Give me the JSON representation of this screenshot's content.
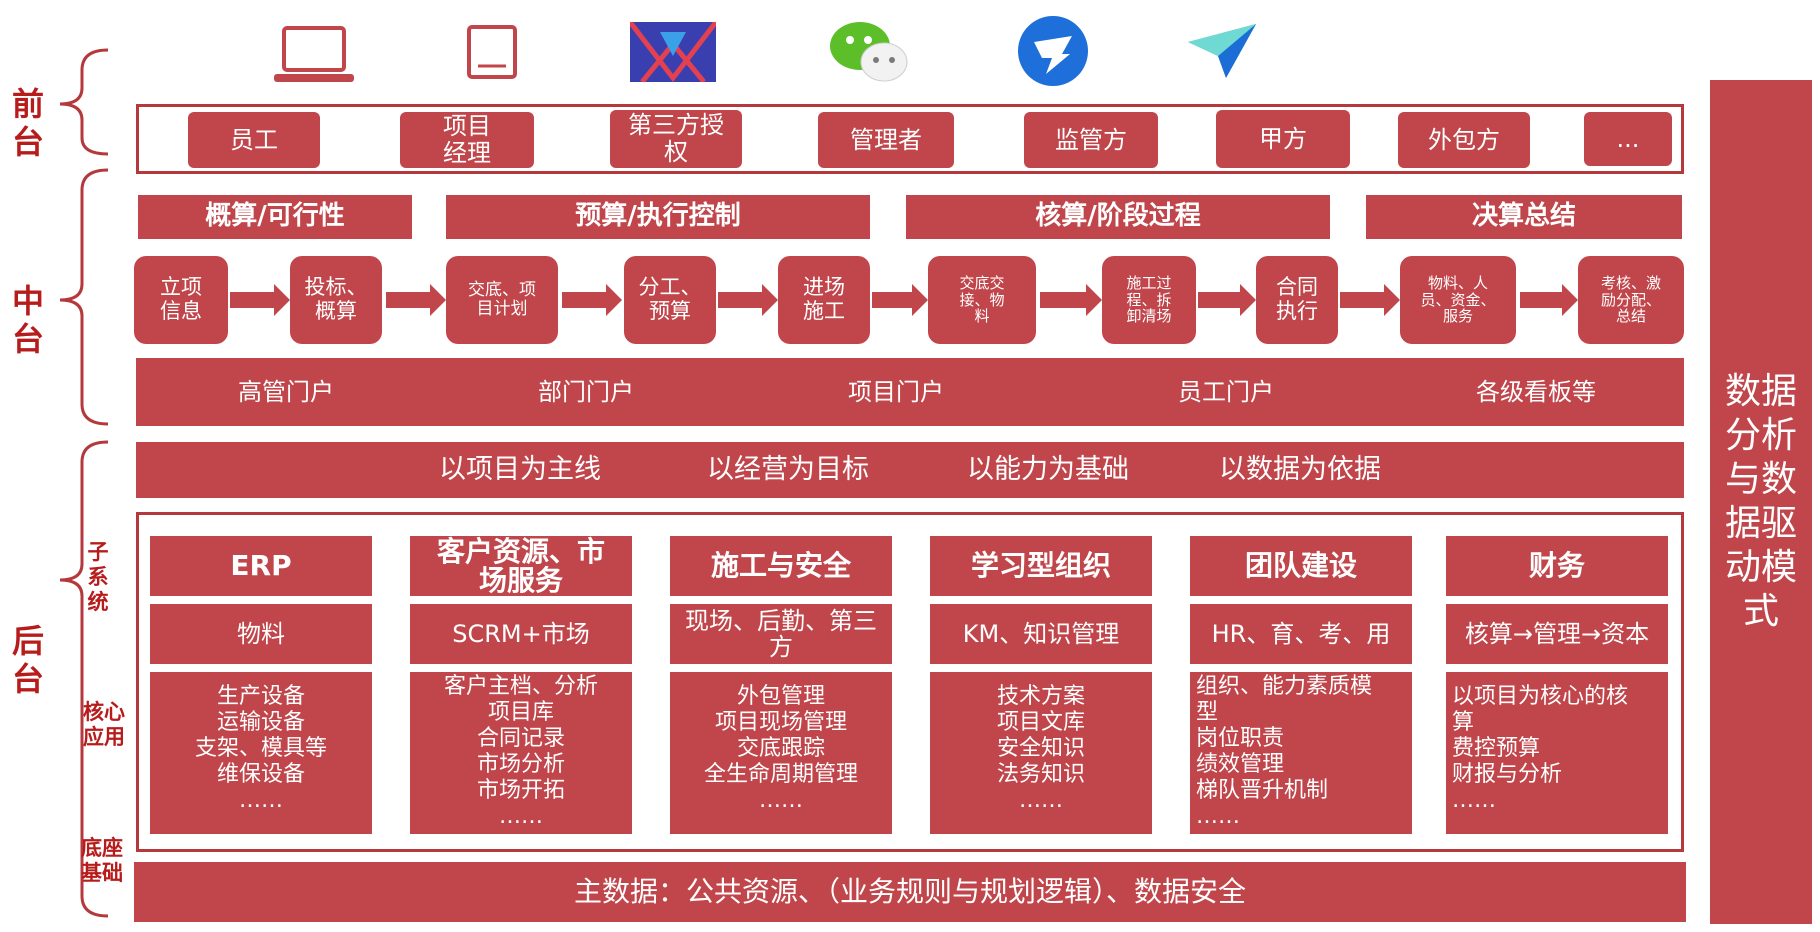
{
  "layers": {
    "front": "前台",
    "middle": "中台",
    "back": "后台",
    "subsystem": "子系统",
    "core_app": "核心应用",
    "base": "底座基础"
  },
  "icons": [
    "laptop-icon",
    "tablet-icon",
    "app-logo-icon",
    "wechat-icon",
    "dingtalk-icon",
    "feishu-icon"
  ],
  "roles": [
    "员工",
    "项目经理",
    "第三方授权",
    "管理者",
    "监管方",
    "甲方",
    "外包方",
    "..."
  ],
  "phases": [
    "概算/可行性",
    "预算/执行控制",
    "核算/阶段过程",
    "决算总结"
  ],
  "steps": [
    "立项信息",
    "投标、概算",
    "交底、项目计划",
    "分工、预算",
    "进场施工",
    "交底交接、物料",
    "施工过程、拆卸清场",
    "合同执行",
    "物料、人员、资金、服务",
    "考核、激励分配、总结"
  ],
  "portals": [
    "高管门户",
    "部门门户",
    "项目门户",
    "员工门户",
    "各级看板等"
  ],
  "principles": [
    "以项目为主线",
    "以经营为目标",
    "以能力为基础",
    "以数据为依据"
  ],
  "subsystems": [
    {
      "title": "ERP",
      "mid": "物料",
      "low": "生产设备\n运输设备\n支架、模具等\n维保设备\n……"
    },
    {
      "title": "客户资源、市场服务",
      "mid": "SCRM+市场",
      "low": "客户主档、分析\n项目库\n合同记录\n市场分析\n市场开拓\n……"
    },
    {
      "title": "施工与安全",
      "mid": "现场、后勤、第三方",
      "low": "外包管理\n项目现场管理\n交底跟踪\n全生命周期管理\n……"
    },
    {
      "title": "学习型组织",
      "mid": "KM、知识管理",
      "low": "技术方案\n项目文库\n安全知识\n法务知识\n……"
    },
    {
      "title": "团队建设",
      "mid": "HR、育、考、用",
      "low": "组织、能力素质模型\n岗位职责\n绩效管理\n梯队晋升机制\n……"
    },
    {
      "title": "财务",
      "mid": "核算→管理→资本",
      "low": "以项目为核心的核算\n费控预算\n财报与分析\n……"
    }
  ],
  "foundation": "主数据：公共资源、（业务规则与规划逻辑）、数据安全",
  "side_panel": "数据分析与数据驱动模式",
  "colors": {
    "primary": "#c0464b",
    "border": "#b5393c",
    "label": "#b71c1c"
  }
}
